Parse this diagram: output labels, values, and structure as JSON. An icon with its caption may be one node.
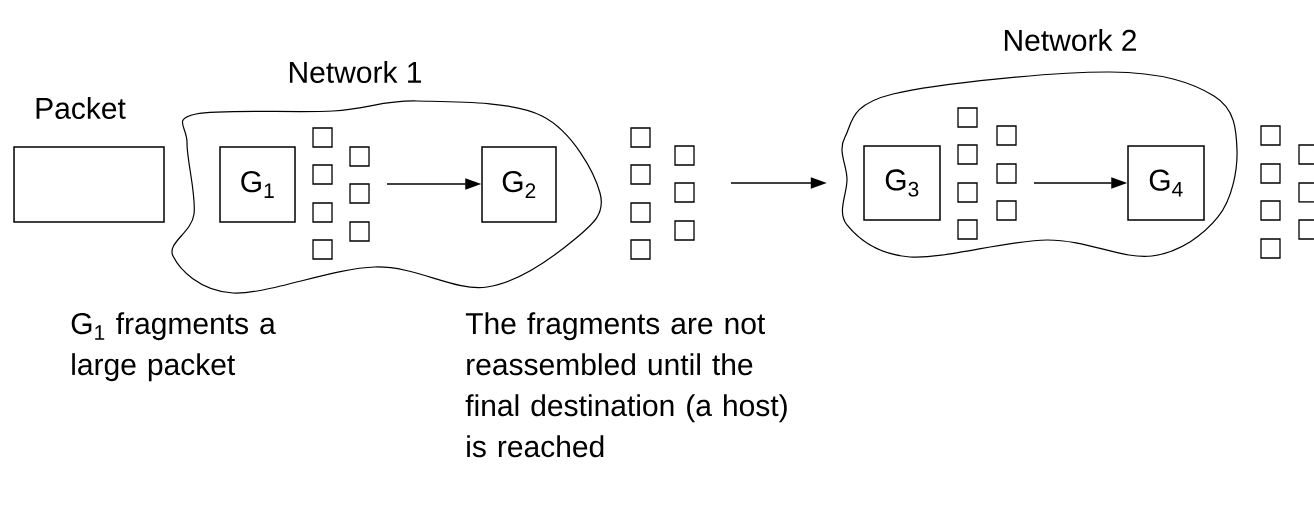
{
  "diagram": {
    "nodes": [
      {
        "text": [
          "Packet"
        ]
      },
      {
        "text": [
          "Network 1"
        ]
      },
      {
        "text": [
          "G$_{1}$"
        ],
        "in": 1
      },
      {
        "text": [
          "G$_{2}$"
        ],
        "in": 1
      },
      {
        "text": [
          "Network 2"
        ]
      },
      {
        "text": [
          "G$_{3}$"
        ],
        "in": 4
      },
      {
        "text": [
          "G$_{4}$"
        ],
        "in": 4
      }
    ],
    "edges": [
      {
        "from": null,
        "to": 3,
        "arrow": "to"
      },
      {
        "from": null,
        "to": 4,
        "arrow": "to"
      },
      {
        "from": null,
        "to": 6,
        "arrow": "to"
      }
    ],
    "labels": [
      "G$_{1}$ fragments a large packet",
      "The fragments are not reassembled until the final destination (a host) is reached"
    ]
  }
}
